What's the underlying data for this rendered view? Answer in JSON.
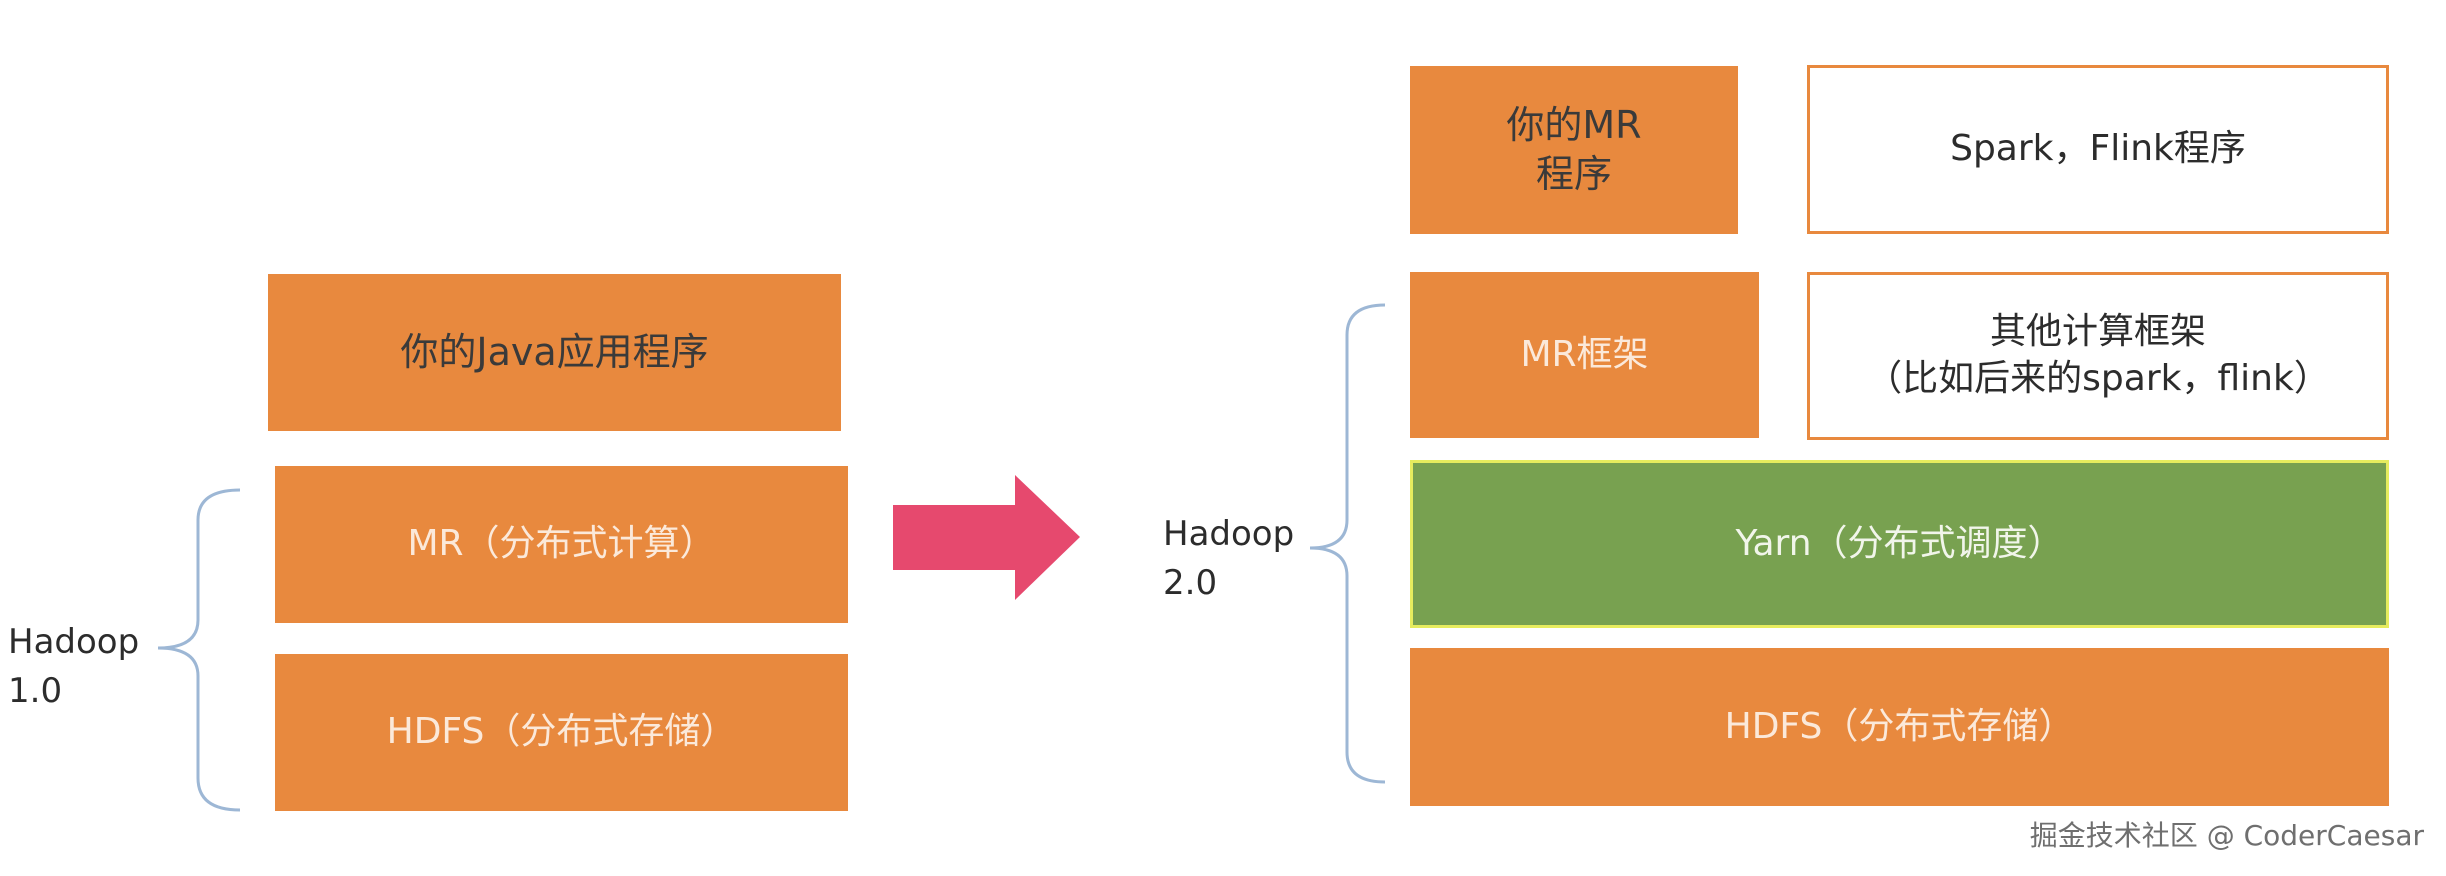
{
  "hadoop1": {
    "label": "Hadoop\n1.0",
    "app": "你的Java应用程序",
    "mr": "MR（分布式计算）",
    "hdfs": "HDFS（分布式存储）"
  },
  "hadoop2": {
    "label": "Hadoop\n2.0",
    "your_mr": "你的MR\n程序",
    "spark_flink": "Spark，Flink程序",
    "mr_framework": "MR框架",
    "other_frameworks": "其他计算框架\n（比如后来的spark，flink）",
    "yarn": "Yarn（分布式调度）",
    "hdfs": "HDFS（分布式存储）"
  },
  "watermark": "掘金技术社区 @ CoderCaesar",
  "colors": {
    "orange": "#E8893E",
    "green": "#78A150",
    "green_border": "#E6EC5E",
    "arrow": "#E6496E",
    "brace": "#9DB7D5"
  },
  "icons": [
    "arrow-right-icon",
    "left-brace-icon"
  ]
}
